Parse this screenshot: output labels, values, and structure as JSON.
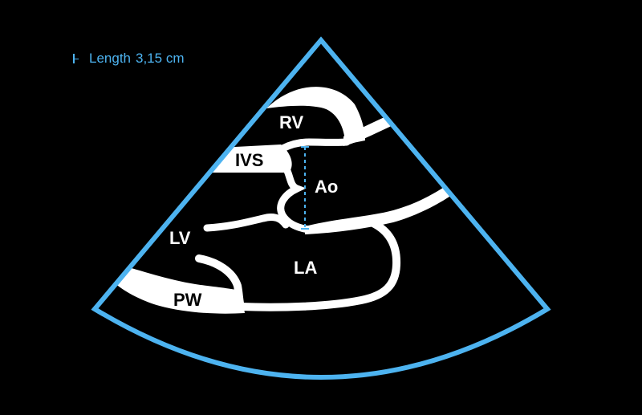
{
  "measurement": {
    "label": "Length",
    "value": "3,15",
    "unit": "cm"
  },
  "structures": {
    "rv": "RV",
    "ivs": "IVS",
    "ao": "Ao",
    "lv": "LV",
    "la": "LA",
    "pw": "PW"
  },
  "colors": {
    "sector_outline": "#4db3f0",
    "caliper": "#4db3f0",
    "tissue": "#ffffff",
    "background": "#000000"
  },
  "icons": {
    "measurement": "ruler-icon"
  }
}
